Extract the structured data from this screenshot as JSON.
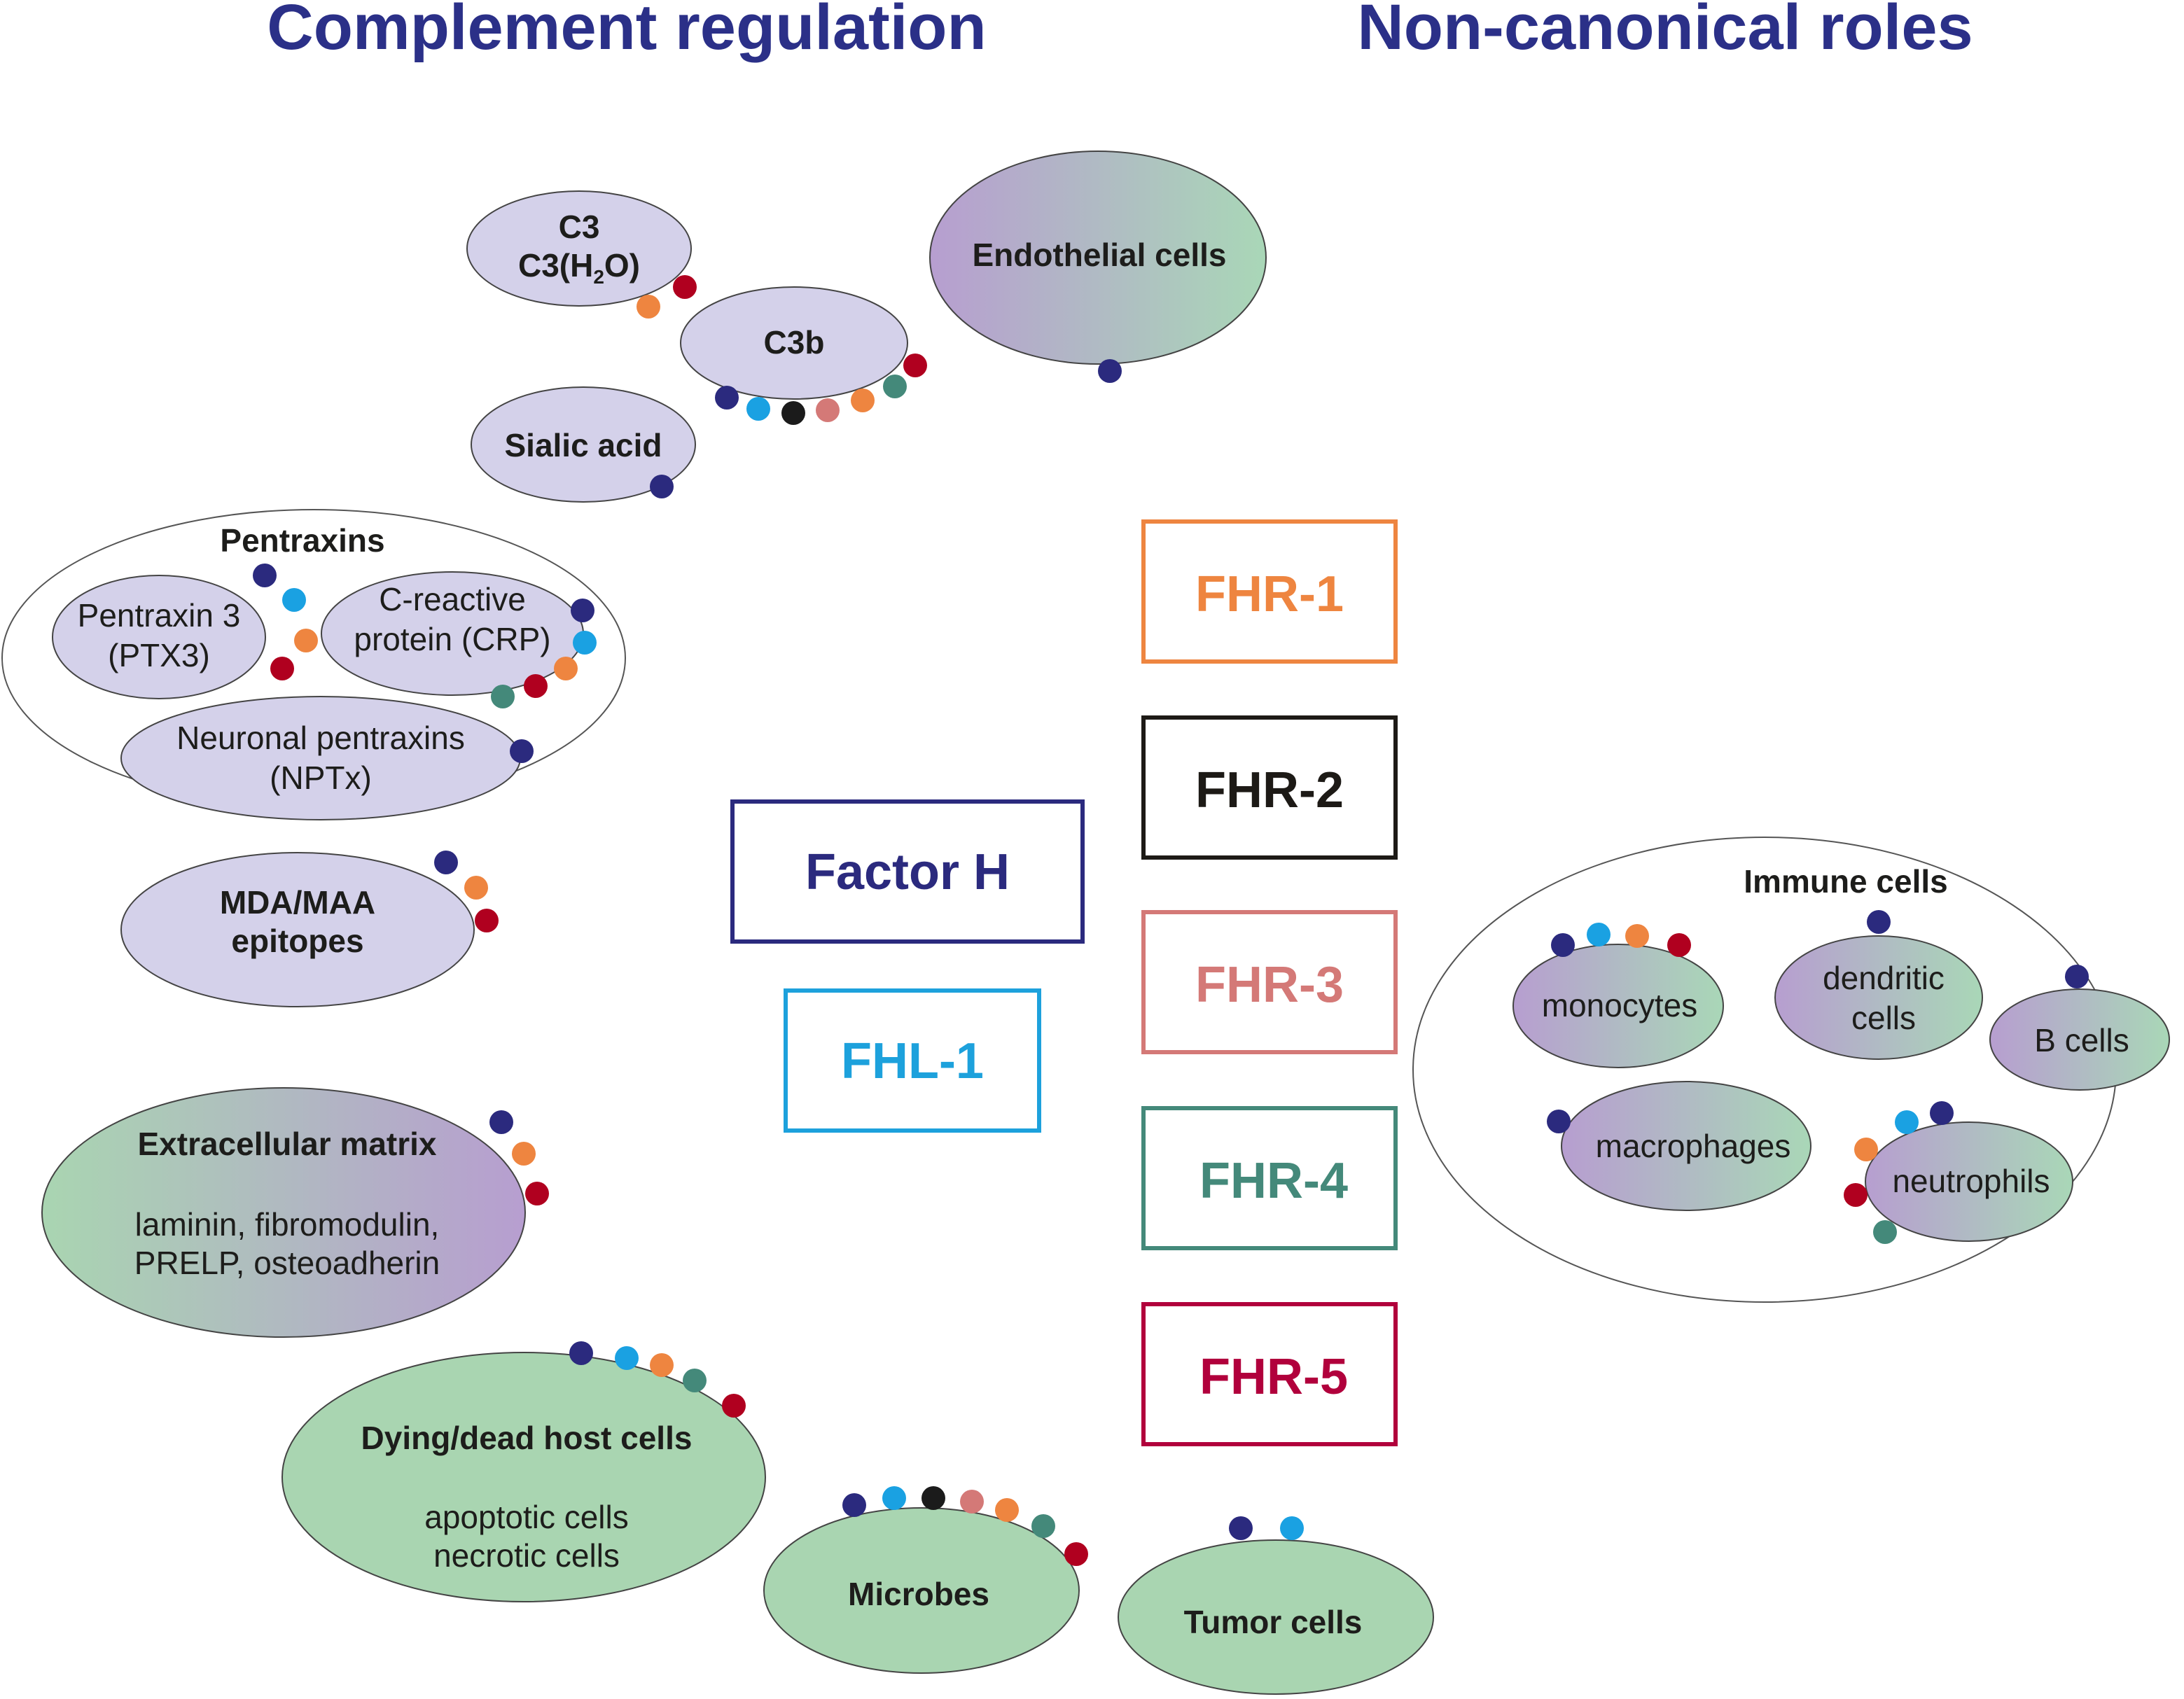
{
  "headers": {
    "left": "Complement regulation",
    "right": "Non-canonical roles"
  },
  "colors": {
    "factor_h": "#2b2a7e",
    "fhl1": "#1da1dc",
    "fhr1": "#ee8540",
    "fhr2": "#1d1a16",
    "fhr3": "#d47977",
    "fhr4": "#44897a",
    "fhr5": "#b1003c",
    "navy_dot": "#2b2a7e",
    "cyan_dot": "#1aa1e2",
    "orange_dot": "#ee8540",
    "red_dot": "#b0001f",
    "black_dot": "#1b1b1b",
    "salmon_dot": "#d47977",
    "teal_dot": "#44897a",
    "lavender": "#d4d1ea",
    "green": "#a9d5b1",
    "purple": "#b79ed0",
    "header": "#2b3088"
  },
  "regulators": {
    "factor_h": "Factor H",
    "fhl1": "FHL-1",
    "fhr1": "FHR-1",
    "fhr2": "FHR-2",
    "fhr3": "FHR-3",
    "fhr4": "FHR-4",
    "fhr5": "FHR-5"
  },
  "ligands": {
    "c3_line1": "C3",
    "c3_line2_main": "C3(H",
    "c3_line2_sub": "2",
    "c3_line2_end": "O)",
    "c3b": "C3b",
    "sialic_acid": "Sialic acid",
    "endothelial": "Endothelial cells",
    "pentraxins_title": "Pentraxins",
    "ptx3_line1": "Pentraxin 3",
    "ptx3_line2": "(PTX3)",
    "crp_line1": "C-reactive",
    "crp_line2": "protein (CRP)",
    "nptx_line1": "Neuronal pentraxins",
    "nptx_line2": "(NPTx)",
    "mda_line1": "MDA/MAA",
    "mda_line2": "epitopes",
    "ecm_title": "Extracellular matrix",
    "ecm_line1": "laminin, fibromodulin,",
    "ecm_line2": "PRELP, osteoadherin",
    "dying_title": "Dying/dead host cells",
    "dying_line1": "apoptotic cells",
    "dying_line2": "necrotic cells",
    "microbes": "Microbes",
    "tumor": "Tumor cells"
  },
  "immune": {
    "title": "Immune cells",
    "monocytes": "monocytes",
    "dendritic_line1": "dendritic",
    "dendritic_line2": "cells",
    "b_cells": "B cells",
    "macrophages": "macrophages",
    "neutrophils": "neutrophils"
  }
}
